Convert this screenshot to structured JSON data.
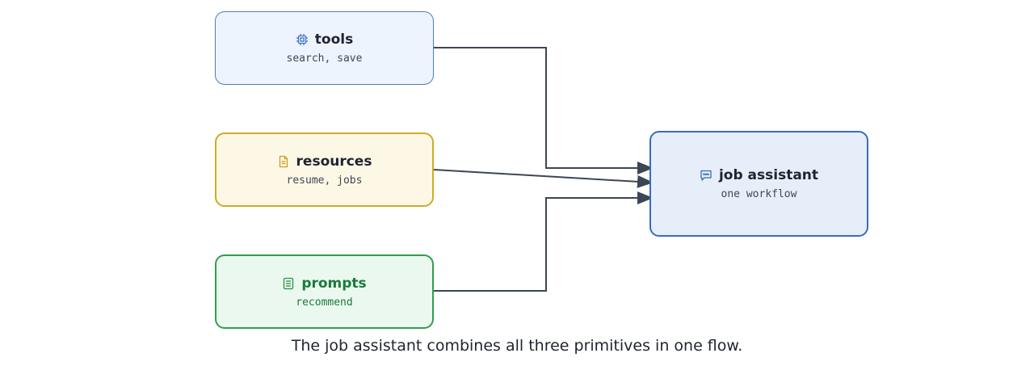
{
  "nodes": {
    "tools": {
      "title": "tools",
      "subtitle": "search, save",
      "icon": "chip-icon"
    },
    "resources": {
      "title": "resources",
      "subtitle": "resume, jobs",
      "icon": "document-icon"
    },
    "prompts": {
      "title": "prompts",
      "subtitle": "recommend",
      "icon": "list-icon"
    },
    "assistant": {
      "title": "job assistant",
      "subtitle": "one workflow",
      "icon": "chat-icon"
    }
  },
  "caption": "The job assistant combines all three primitives in one flow.",
  "colors": {
    "tools_border": "#4a7fb8",
    "resources_border": "#d0ab25",
    "prompts_border": "#2f9e4f",
    "assistant_border": "#3a6cb8",
    "connector": "#3d4653"
  }
}
